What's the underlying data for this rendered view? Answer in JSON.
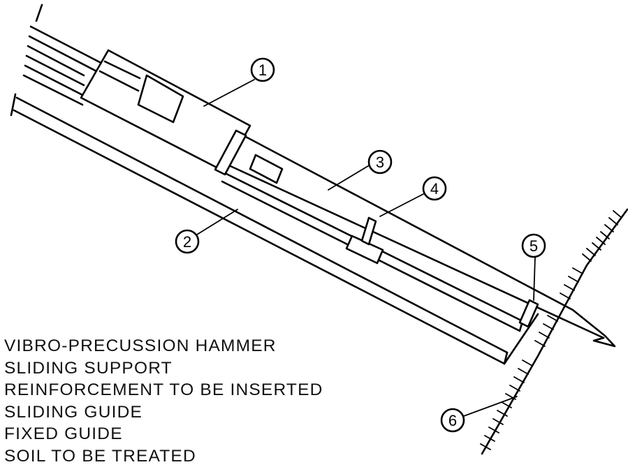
{
  "callouts": [
    {
      "id": "1",
      "label": "1"
    },
    {
      "id": "2",
      "label": "2"
    },
    {
      "id": "3",
      "label": "3"
    },
    {
      "id": "4",
      "label": "4"
    },
    {
      "id": "5",
      "label": "5"
    },
    {
      "id": "6",
      "label": "6"
    }
  ],
  "legend": [
    "VIBRO-PRECUSSION HAMMER",
    "SLIDING SUPPORT",
    "REINFORCEMENT TO BE INSERTED",
    "SLIDING GUIDE",
    "FIXED GUIDE",
    "SOIL TO BE TREATED"
  ]
}
